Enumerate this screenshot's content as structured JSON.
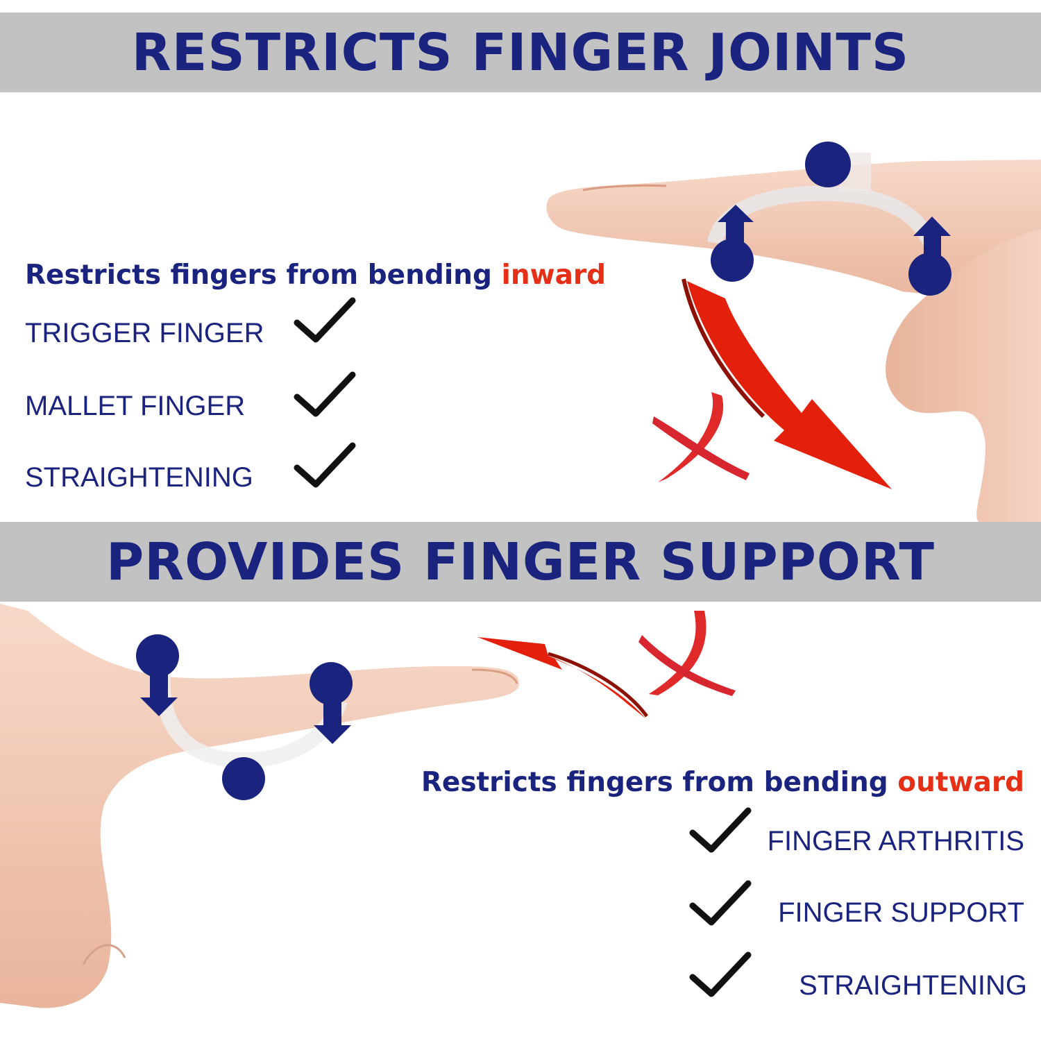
{
  "top": {
    "banner": "RESTRICTS FINGER JOINTS",
    "subhead": {
      "text": "Restricts fingers from bending ",
      "accent": "inward"
    },
    "items": [
      "TRIGGER FINGER",
      "MALLET FINGER",
      "STRAIGHTENING"
    ]
  },
  "bottom": {
    "banner": "PROVIDES FINGER SUPPORT",
    "subhead": {
      "text": "Restricts fingers from bending ",
      "accent": "outward"
    },
    "items": [
      "FINGER ARTHRITIS",
      "FINGER SUPPORT",
      "STRAIGHTENING"
    ]
  },
  "colors": {
    "navy": "#1a237e",
    "red": "#e53017",
    "banner": "#c2c2c2",
    "skin": "#f2c7b3"
  },
  "icons": [
    "check-icon",
    "red-curved-arrow",
    "red-x-mark",
    "blue-pressure-point"
  ]
}
